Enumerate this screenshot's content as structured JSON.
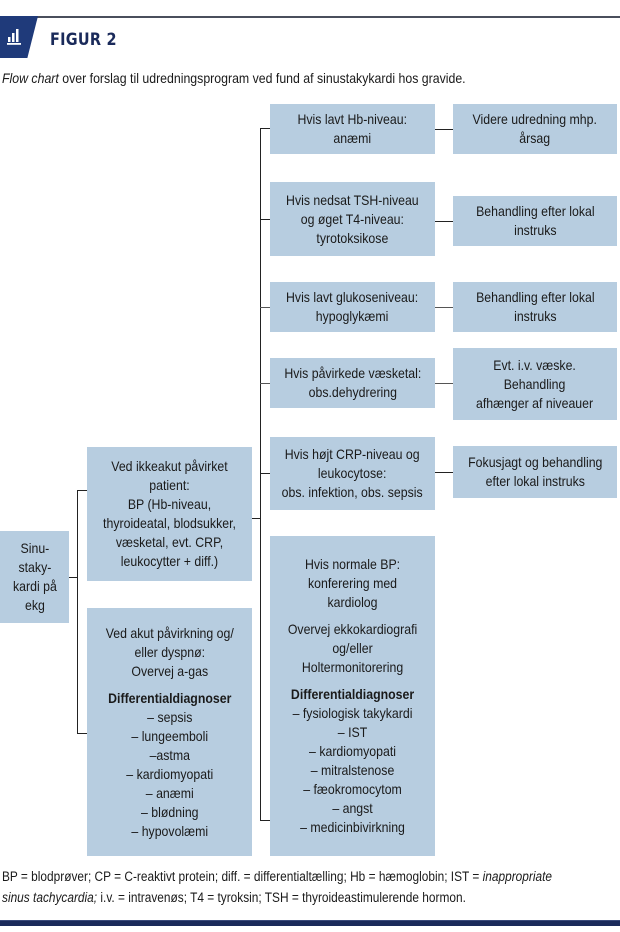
{
  "header": {
    "badge_icon": "bar-chart-icon",
    "figure_label": "FIGUR 2",
    "subtitle_italic": "Flow chart",
    "subtitle_rest": " over forslag til udredningsprogram ved fund af sinustakykardi hos gravide."
  },
  "colors": {
    "box_fill": "#b7cde0",
    "accent": "#1f3a7a",
    "bottom_bar": "#1a2a5a"
  },
  "flowchart": {
    "start": {
      "lines": [
        "Sinu-",
        "staky-",
        "kardi på",
        "ekg"
      ]
    },
    "non_acute": {
      "lines": [
        "Ved ikkeakut påvirket",
        "patient:",
        "BP (Hb-niveau,",
        "thyroideatal, blodsukker,",
        "væsketal, evt. CRP,",
        "leukocytter + diff.)"
      ]
    },
    "acute": {
      "intro": [
        "Ved akut påvirkning og/",
        "eller dyspnø:",
        "Overvej a-gas"
      ],
      "heading": "Differentialdiagnoser",
      "items": [
        "– sepsis",
        "– lungeemboli",
        "–astma",
        "– kardiomyopati",
        "– anæmi",
        "– blødning",
        "– hypovolæmi"
      ]
    },
    "conditions": [
      {
        "lines": [
          "Hvis lavt Hb-niveau:",
          "anæmi"
        ],
        "action": [
          "Videre udredning mhp.",
          "årsag"
        ]
      },
      {
        "lines": [
          "Hvis nedsat TSH-niveau",
          "og øget T4-niveau:",
          "tyrotoksikose"
        ],
        "action": [
          "Behandling efter lokal",
          "instruks"
        ]
      },
      {
        "lines": [
          "Hvis lavt glukoseniveau:",
          "hypoglykæmi"
        ],
        "action": [
          "Behandling efter lokal",
          "instruks"
        ]
      },
      {
        "lines": [
          "Hvis påvirkede væsketal:",
          "obs.dehydrering"
        ],
        "action": [
          "Evt. i.v. væske.",
          "Behandling",
          "afhænger af niveauer"
        ]
      },
      {
        "lines": [
          "Hvis højt CRP-niveau og",
          "leukocytose:",
          "obs. infektion, obs. sepsis"
        ],
        "action": [
          "Fokusjagt og behandling",
          "efter lokal instruks"
        ]
      }
    ],
    "normal": {
      "intro": [
        "Hvis normale BP:",
        "konferering med",
        "kardiolog"
      ],
      "consider": [
        "Overvej ekkokardiografi",
        "og/eller",
        "Holtermonitorering"
      ],
      "heading": "Differentialdiagnoser",
      "items": [
        "– fysiologisk takykardi",
        "– IST",
        "– kardiomyopati",
        "– mitralstenose",
        "– fæokromocytom",
        "– angst",
        "– medicinbivirkning"
      ]
    }
  },
  "footnote": {
    "line1_plain": "BP = blodprøver; CP = C-reaktivt protein; diff. = differentialtælling; Hb = hæmoglobin; IST = ",
    "line1_italic": "inappropriate",
    "line2_italic": "sinus tachycardia;",
    "line2_plain": " i.v. = intravenøs; T4 = tyroksin; TSH = thyroideastimulerende hormon."
  }
}
